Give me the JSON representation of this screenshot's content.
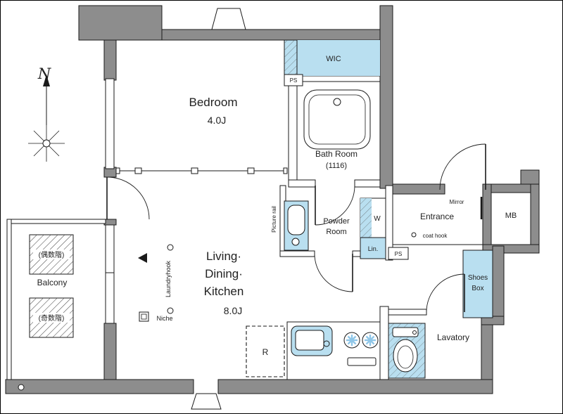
{
  "compass": {
    "north": "N"
  },
  "rooms": {
    "bedroom": {
      "name": "Bedroom",
      "size": "4.0J"
    },
    "ldk": {
      "line1": "Living·",
      "line2": "Dining·",
      "line3": "Kitchen",
      "size": "8.0J"
    },
    "wic": {
      "name": "WIC"
    },
    "bath": {
      "name": "Bath Room",
      "size": "(1116)"
    },
    "powder": {
      "line1": "Powder",
      "line2": "Room"
    },
    "entrance": {
      "name": "Entrance"
    },
    "lavatory": {
      "name": "Lavatory"
    },
    "balcony": {
      "name": "Balcony",
      "even_floor": "(偶数階)",
      "odd_floor": "(奇数階)"
    }
  },
  "storage": {
    "shoes_box": {
      "line1": "Shoes",
      "line2": "Box"
    },
    "linen": "Lin.",
    "washer": "W",
    "meter_box": "MB",
    "pipe_space": "PS",
    "fridge": "R"
  },
  "fixtures": {
    "mirror": "Mirror",
    "coat_hook": "coat hook",
    "niche": "Niche",
    "laundry_hook": "Laundryhook",
    "picture_rail": "Picture rail"
  },
  "colors": {
    "wall": "#8d8d8d",
    "fixture_blue": "#b9dff0",
    "line": "#1a1a1a",
    "text": "#222222"
  }
}
